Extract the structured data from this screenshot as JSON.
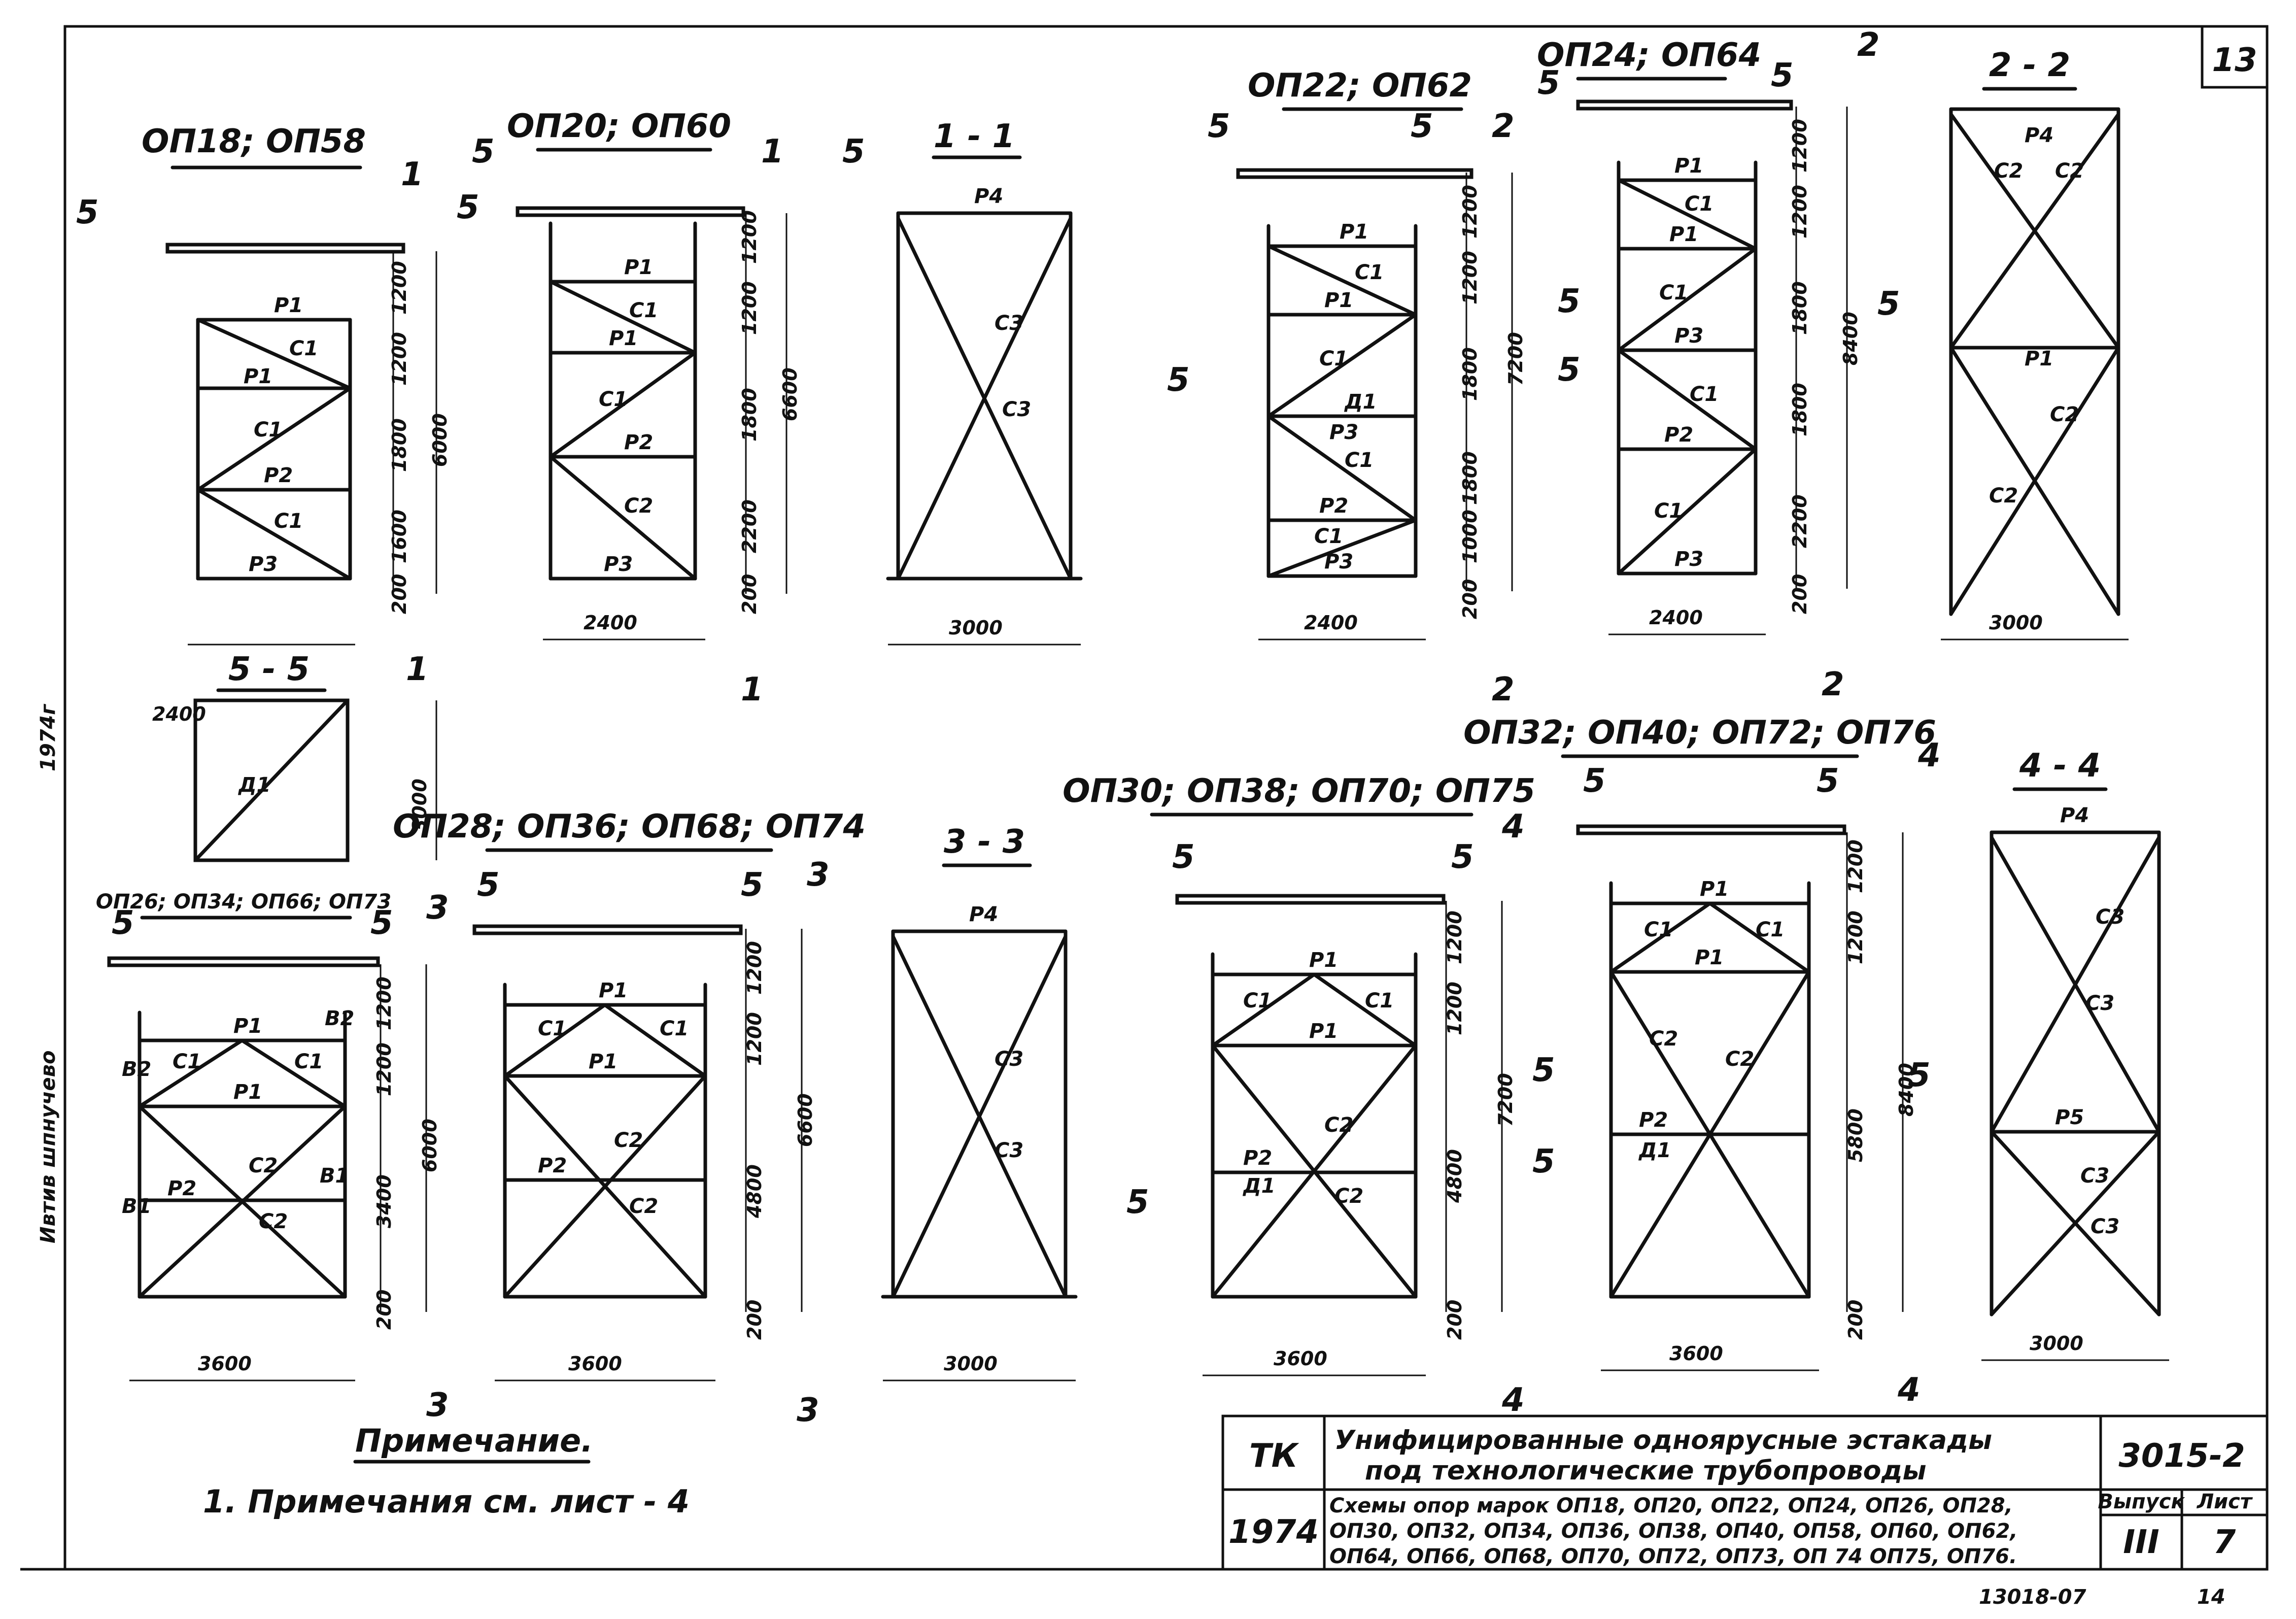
{
  "sheet": {
    "number": "13",
    "margin_note_year": "1974г",
    "margin_note_sign": "Ивтив шпнучево",
    "note_title": "Примечание.",
    "note_text": "1. Примечания см. лист - 4",
    "bottom_code": "13018-07",
    "bottom_page": "14"
  },
  "titleblock": {
    "org": "ТК",
    "year": "1974",
    "title_line1": "Унифицированные одноярусные эстакады",
    "title_line2": "под технологические трубопроводы",
    "code": "3015-2",
    "subtitle_line1": "Схемы опор марок ОП18, ОП20, ОП22, ОП24, ОП26, ОП28,",
    "subtitle_line2": "ОП30, ОП32, ОП34, ОП36, ОП38, ОП40, ОП58, ОП60, ОП62,",
    "subtitle_line3": "ОП64, ОП66, ОП68, ОП70, ОП72, ОП73, ОП 74 ОП75, ОП76.",
    "issue_label": "Выпуск",
    "issue_value": "III",
    "sheet_label": "Лист",
    "sheet_value": "7"
  },
  "drawings": {
    "op18": {
      "title": "ОП18; ОП58",
      "dims_v": [
        "1200",
        "1200",
        "1800",
        "1600",
        "200"
      ],
      "total": "6000",
      "width": "2400"
    },
    "op20": {
      "title": "ОП20; ОП60",
      "dims_v": [
        "1200",
        "1200",
        "1800",
        "2200",
        "200"
      ],
      "total": "6600",
      "width": "2400"
    },
    "s11": {
      "title": "1 - 1",
      "width": "3000"
    },
    "op22": {
      "title": "ОП22; ОП62",
      "dims_v": [
        "1200",
        "1200",
        "1800",
        "1800",
        "1000",
        "200"
      ],
      "total": "7200",
      "width": "2400"
    },
    "op24": {
      "title": "ОП24; ОП64",
      "dims_v": [
        "1200",
        "1200",
        "1800",
        "1800",
        "2200",
        "200"
      ],
      "total": "8400",
      "width": "2400"
    },
    "s22": {
      "title": "2 - 2",
      "width": "3000"
    },
    "s55": {
      "title": "5 - 5",
      "total": "3000"
    },
    "op26": {
      "title": "ОП26; ОП34; ОП66; ОП73",
      "dims_v": [
        "1200",
        "1200",
        "3400",
        "200"
      ],
      "total": "6000",
      "width": "3600"
    },
    "op28": {
      "title": "ОП28; ОП36; ОП68; ОП74",
      "dims_v": [
        "1200",
        "1200",
        "4800",
        "200"
      ],
      "total": "6600",
      "width": "3600"
    },
    "s33": {
      "title": "3 - 3",
      "width": "3000"
    },
    "op30": {
      "title": "ОП30; ОП38; ОП70; ОП75",
      "dims_v": [
        "1200",
        "1200",
        "4800",
        "200"
      ],
      "total": "7200",
      "width": "3600"
    },
    "op32": {
      "title": "ОП32; ОП40; ОП72; ОП76",
      "dims_v": [
        "1200",
        "1200",
        "5800",
        "200"
      ],
      "total": "8400",
      "width": "3600"
    },
    "s44": {
      "title": "4 - 4",
      "width": "3000"
    }
  },
  "labels": {
    "P1": "Р1",
    "P2": "Р2",
    "P3": "Р3",
    "P4": "Р4",
    "P5": "Р5",
    "C1": "С1",
    "C2": "С2",
    "C3": "С3",
    "B1": "В1",
    "B2": "В2",
    "D1": "Д1",
    "s1": "1",
    "s2": "2",
    "s3": "3",
    "s4": "4",
    "s5": "5"
  }
}
